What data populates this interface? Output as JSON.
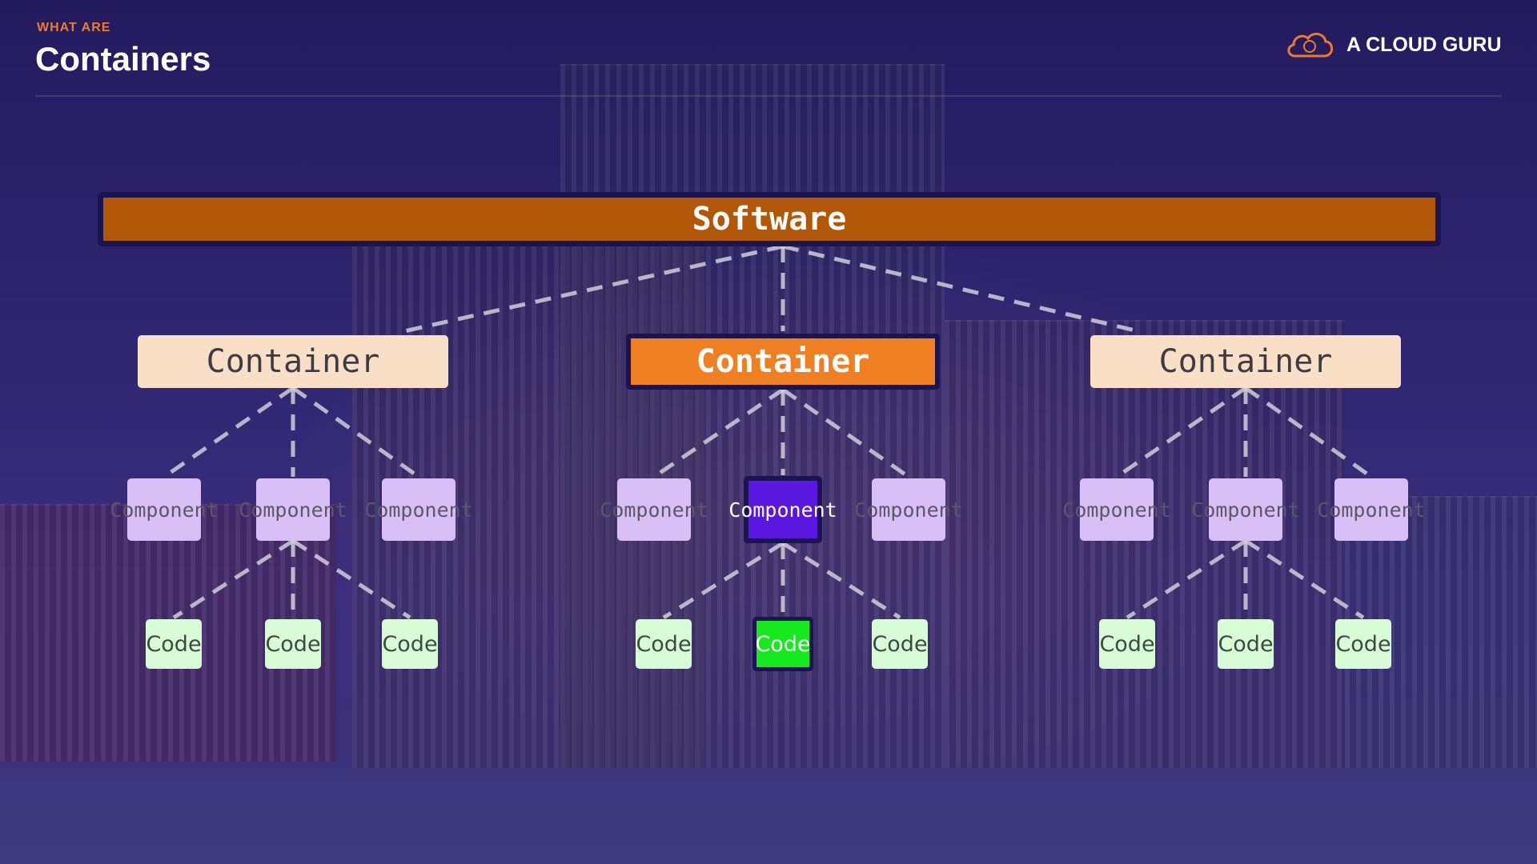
{
  "header": {
    "kicker": "WHAT ARE",
    "title": "Containers",
    "brand_name": "A CLOUD GURU",
    "brand_icon": "cloud-icon"
  },
  "colors": {
    "background": "#2c2470",
    "kicker": "#f07a2c",
    "software": "#b15707",
    "container": "#f8dfc6",
    "container_active": "#f07f22",
    "component": "#d8bff6",
    "component_active": "#5a17e0",
    "code": "#d7fbd4",
    "code_active": "#15ea1c",
    "link": "#cfcfd8"
  },
  "diagram": {
    "root": "Software",
    "containers": [
      {
        "label": "Container",
        "active": false,
        "components": [
          {
            "label": "Component",
            "active": false
          },
          {
            "label": "Component",
            "active": false
          },
          {
            "label": "Component",
            "active": false
          }
        ],
        "codes": [
          {
            "label": "Code",
            "active": false
          },
          {
            "label": "Code",
            "active": false
          },
          {
            "label": "Code",
            "active": false
          }
        ]
      },
      {
        "label": "Container",
        "active": true,
        "components": [
          {
            "label": "Component",
            "active": false
          },
          {
            "label": "Component",
            "active": true
          },
          {
            "label": "Component",
            "active": false
          }
        ],
        "codes": [
          {
            "label": "Code",
            "active": false
          },
          {
            "label": "Code",
            "active": true
          },
          {
            "label": "Code",
            "active": false
          }
        ]
      },
      {
        "label": "Container",
        "active": false,
        "components": [
          {
            "label": "Component",
            "active": false
          },
          {
            "label": "Component",
            "active": false
          },
          {
            "label": "Component",
            "active": false
          }
        ],
        "codes": [
          {
            "label": "Code",
            "active": false
          },
          {
            "label": "Code",
            "active": false
          },
          {
            "label": "Code",
            "active": false
          }
        ]
      }
    ]
  }
}
